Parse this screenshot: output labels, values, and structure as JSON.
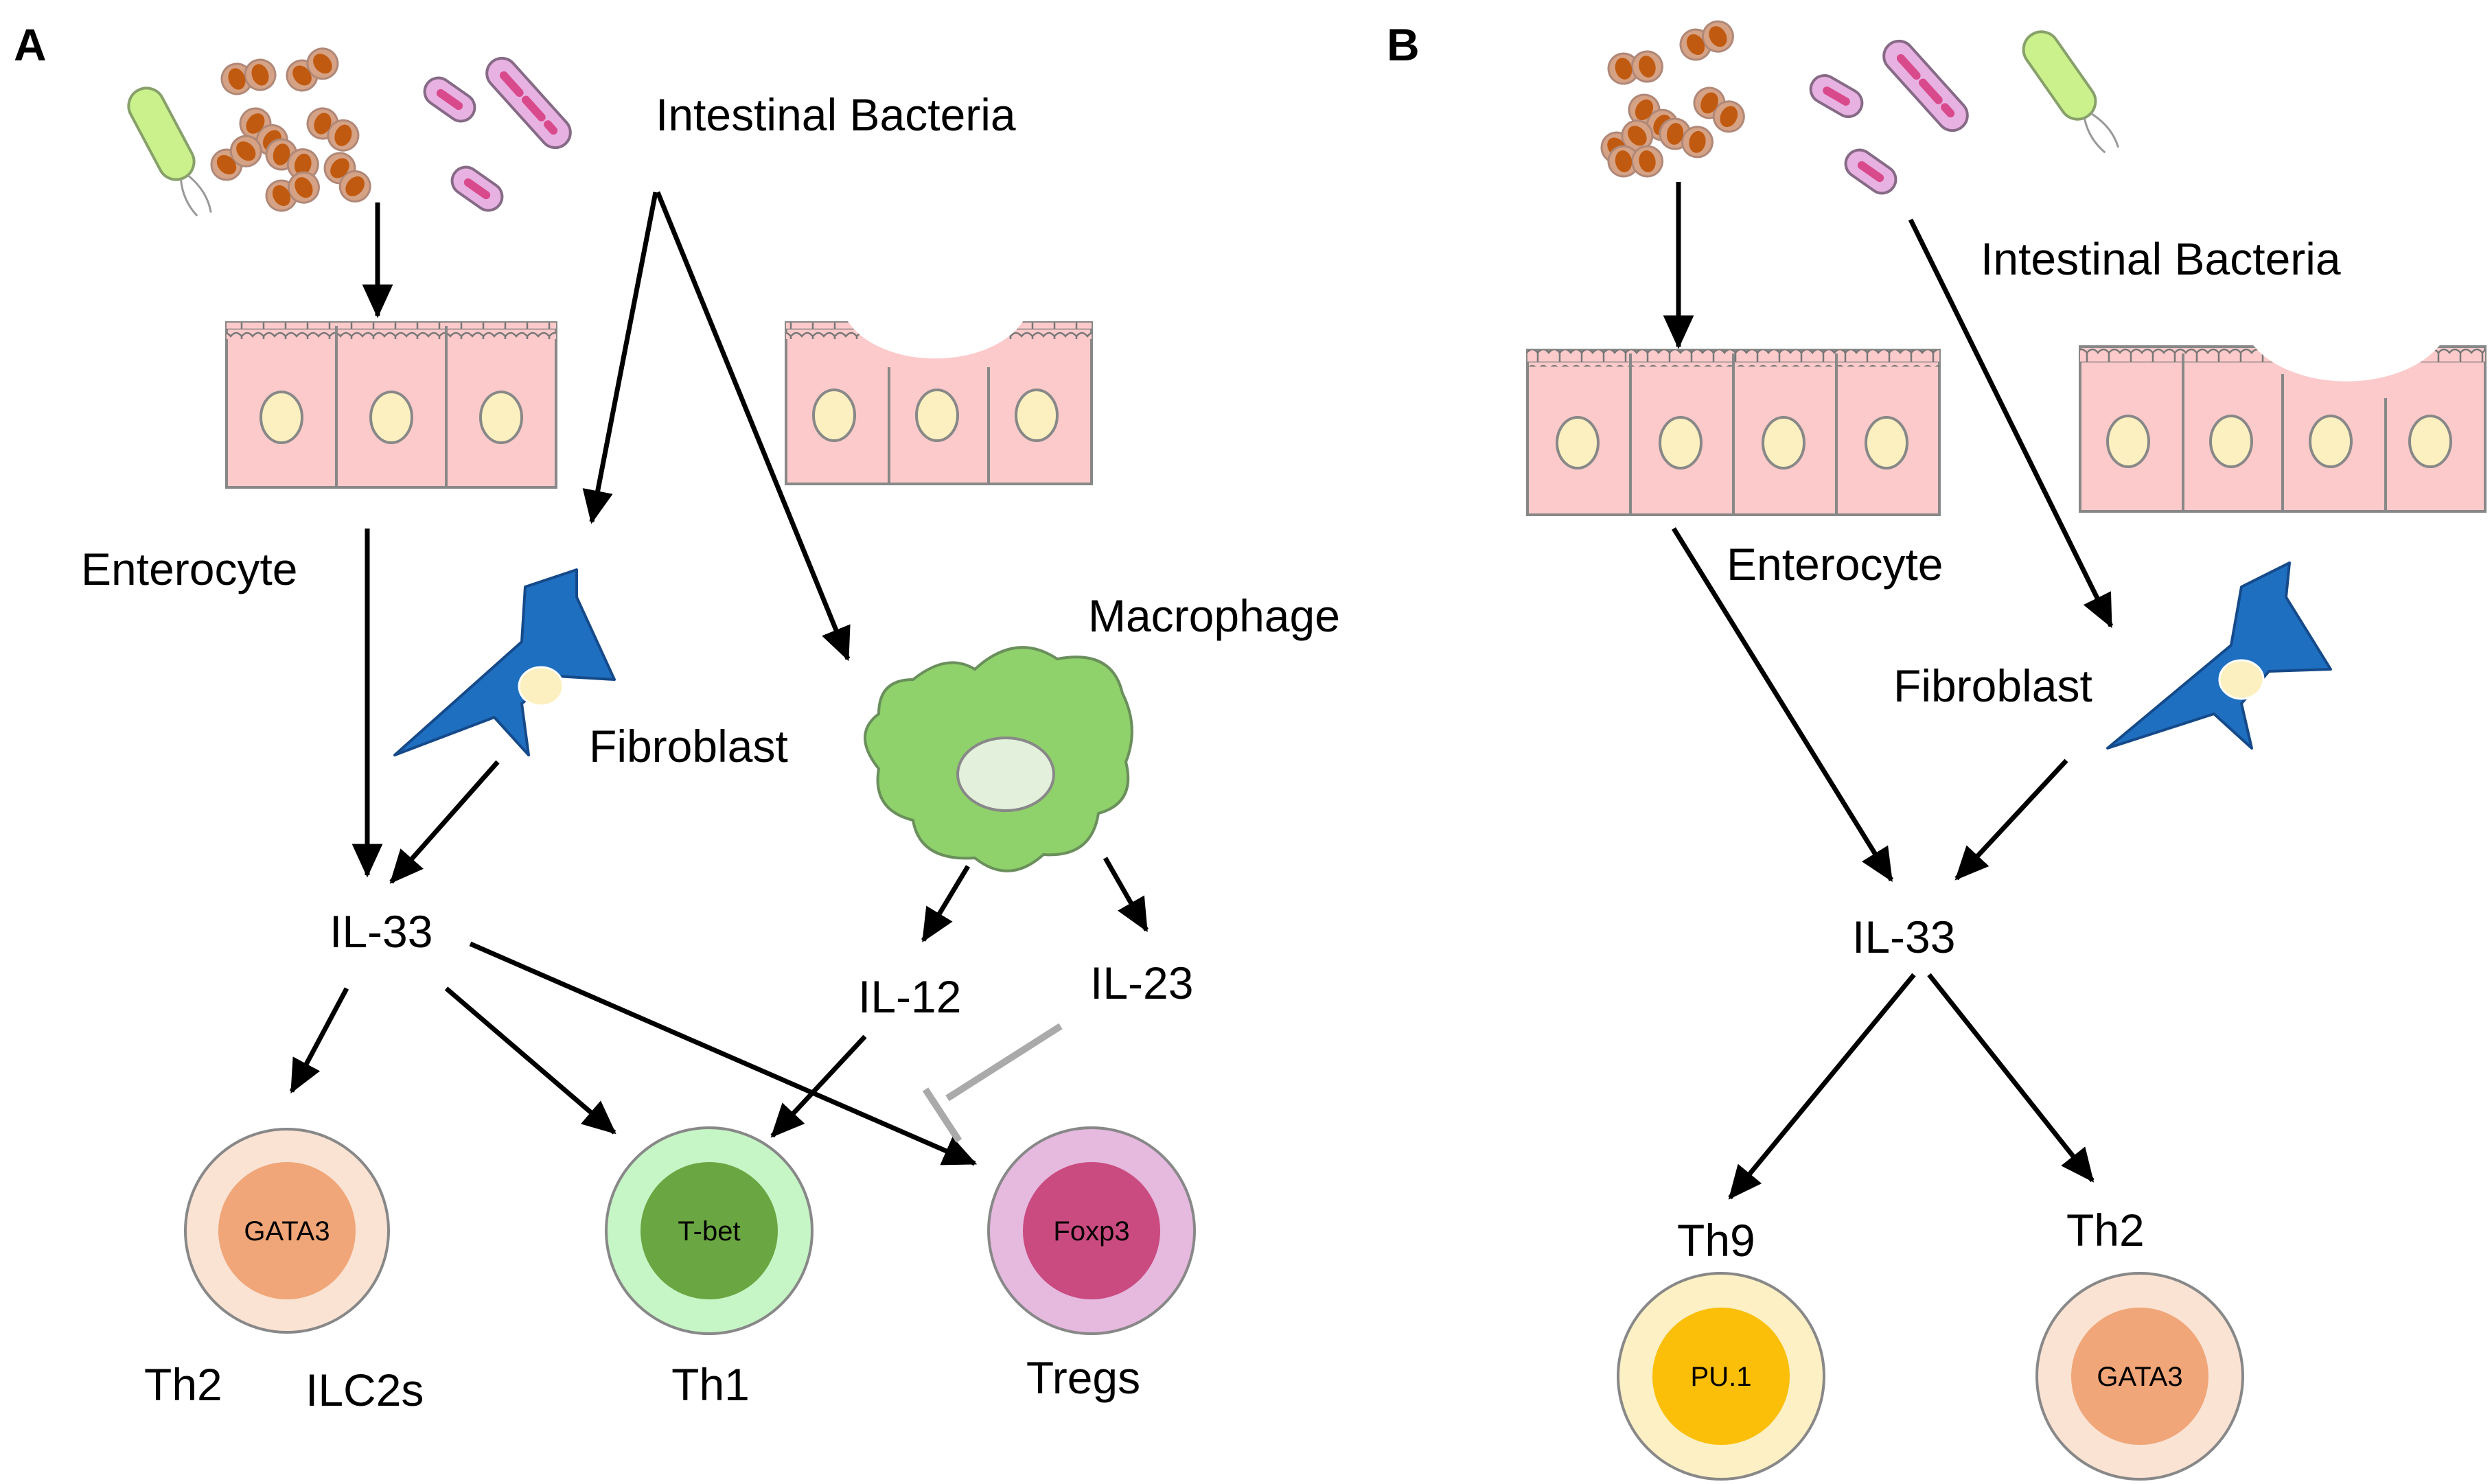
{
  "panels": {
    "a": {
      "letter": "A",
      "bacteria_label": "Intestinal Bacteria",
      "enterocyte_label": "Enterocyte",
      "fibroblast_label": "Fibroblast",
      "macrophage_label": "Macrophage",
      "il33_label": "IL-33",
      "il12_label": "IL-12",
      "il23_label": "IL-23",
      "cells": {
        "th2_ilc2": {
          "tf": "GATA3",
          "labels": [
            "Th2",
            "ILC2s"
          ]
        },
        "th1": {
          "tf": "T-bet",
          "label": "Th1"
        },
        "tregs": {
          "tf": "Foxp3",
          "label": "Tregs"
        }
      }
    },
    "b": {
      "letter": "B",
      "bacteria_label": "Intestinal Bacteria",
      "enterocyte_label": "Enterocyte",
      "fibroblast_label": "Fibroblast",
      "il33_label": "IL-33",
      "cells": {
        "th9": {
          "tf": "PU.1",
          "label": "Th9"
        },
        "th2": {
          "tf": "GATA3",
          "label": "Th2"
        }
      }
    }
  },
  "colors": {
    "epithelium": "#fccaca",
    "nucleus": "#fdf0c0",
    "fibroblast": "#1f6fc1",
    "macrophage": "#8fd16a",
    "gata3_outer": "#fbe3d4",
    "gata3_inner": "#f0a678",
    "tbet_outer": "#c6f5c6",
    "tbet_inner": "#6aa641",
    "foxp3_outer": "#e6b9df",
    "foxp3_inner": "#c94b80",
    "pu1_outer": "#fdf0c4",
    "pu1_inner": "#fbbf0a",
    "inhibition": "#aaaaaa"
  }
}
